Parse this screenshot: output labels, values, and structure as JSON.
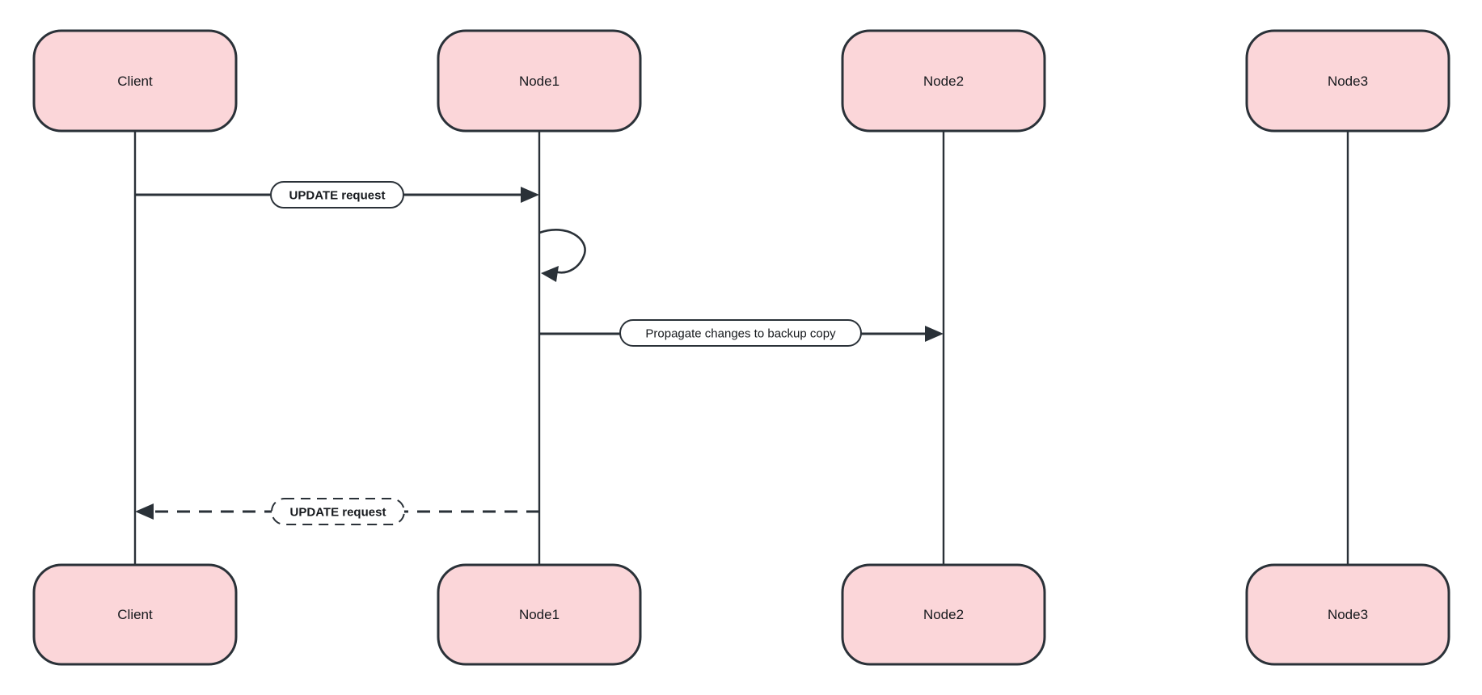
{
  "diagram": {
    "type": "sequence-diagram",
    "actors": [
      {
        "id": "client",
        "name": "Client"
      },
      {
        "id": "node1",
        "name": "Node1"
      },
      {
        "id": "node2",
        "name": "Node2"
      },
      {
        "id": "node3",
        "name": "Node3"
      }
    ],
    "messages": [
      {
        "from": "Client",
        "to": "Node1",
        "label": "UPDATE request",
        "line_style": "solid",
        "label_style": "solid-pill-bold"
      },
      {
        "from": "Node1",
        "to": "Node1",
        "label": "",
        "line_style": "self-loop",
        "label_style": "none"
      },
      {
        "from": "Node1",
        "to": "Node2",
        "label": "Propagate changes to backup copy",
        "line_style": "solid",
        "label_style": "solid-pill"
      },
      {
        "from": "Node1",
        "to": "Client",
        "label": "UPDATE request",
        "line_style": "dashed",
        "label_style": "dashed-pill-bold"
      }
    ],
    "colors": {
      "background": "#ffffff",
      "actor_fill": "#fbd6d9",
      "actor_border": "#2a3138",
      "line": "#2a3138",
      "label_bg": "#ffffff",
      "label_border": "#2a3138",
      "text": "#16191d"
    }
  }
}
